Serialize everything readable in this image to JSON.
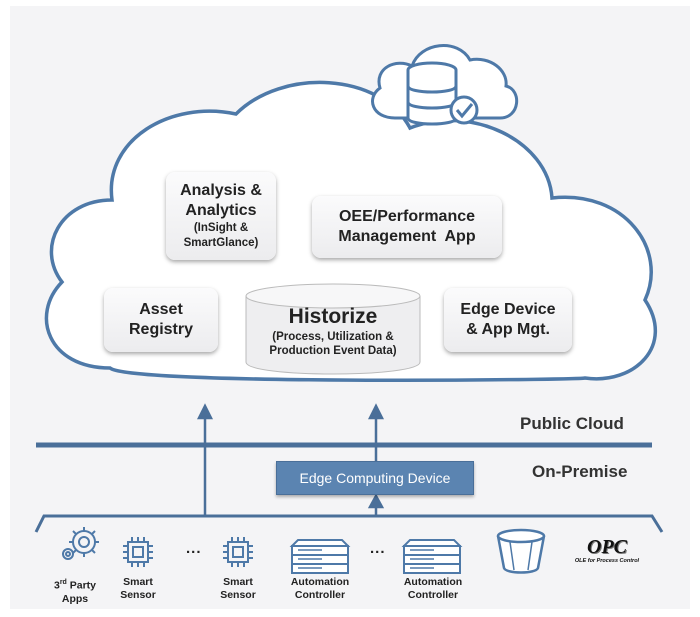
{
  "cloud_components": {
    "analysis": {
      "title_line1": "Analysis &",
      "title_line2": "Analytics",
      "sub_line1": "(InSight &",
      "sub_line2": "SmartGlance)"
    },
    "oee": {
      "line1": "OEE/Performance",
      "line2": "Management  App"
    },
    "asset": {
      "line1": "Asset",
      "line2": "Registry"
    },
    "historize": {
      "title": "Historize",
      "sub_line1": "(Process, Utilization &",
      "sub_line2": "Production Event Data)"
    },
    "edge_mgmt": {
      "line1": "Edge Device",
      "line2": "& App Mgt."
    }
  },
  "zones": {
    "public_cloud": "Public Cloud",
    "on_premise": "On-Premise"
  },
  "edge_device": {
    "label": "Edge Computing Device"
  },
  "devices": {
    "third_party": {
      "pre": "3",
      "sup": "rd",
      "post": " Party",
      "line2": "Apps"
    },
    "smart_sensor_1": {
      "line1": "Smart",
      "line2": "Sensor"
    },
    "smart_sensor_2": {
      "line1": "Smart",
      "line2": "Sensor"
    },
    "automation_controller_1": {
      "line1": "Automation",
      "line2": "Controller"
    },
    "automation_controller_2": {
      "line1": "Automation",
      "line2": "Controller"
    },
    "ellipsis": "..."
  },
  "opc_logo": {
    "word": "OPC",
    "tagline": "OLE for Process Control"
  },
  "colors": {
    "accent": "#4e79a8",
    "edge_box": "#5b84b1",
    "line": "#4a6f99"
  },
  "icons": [
    "cloud-database-icon",
    "gear-icon",
    "chip-icon",
    "rack-icon",
    "drum-icon",
    "opc-logo"
  ]
}
